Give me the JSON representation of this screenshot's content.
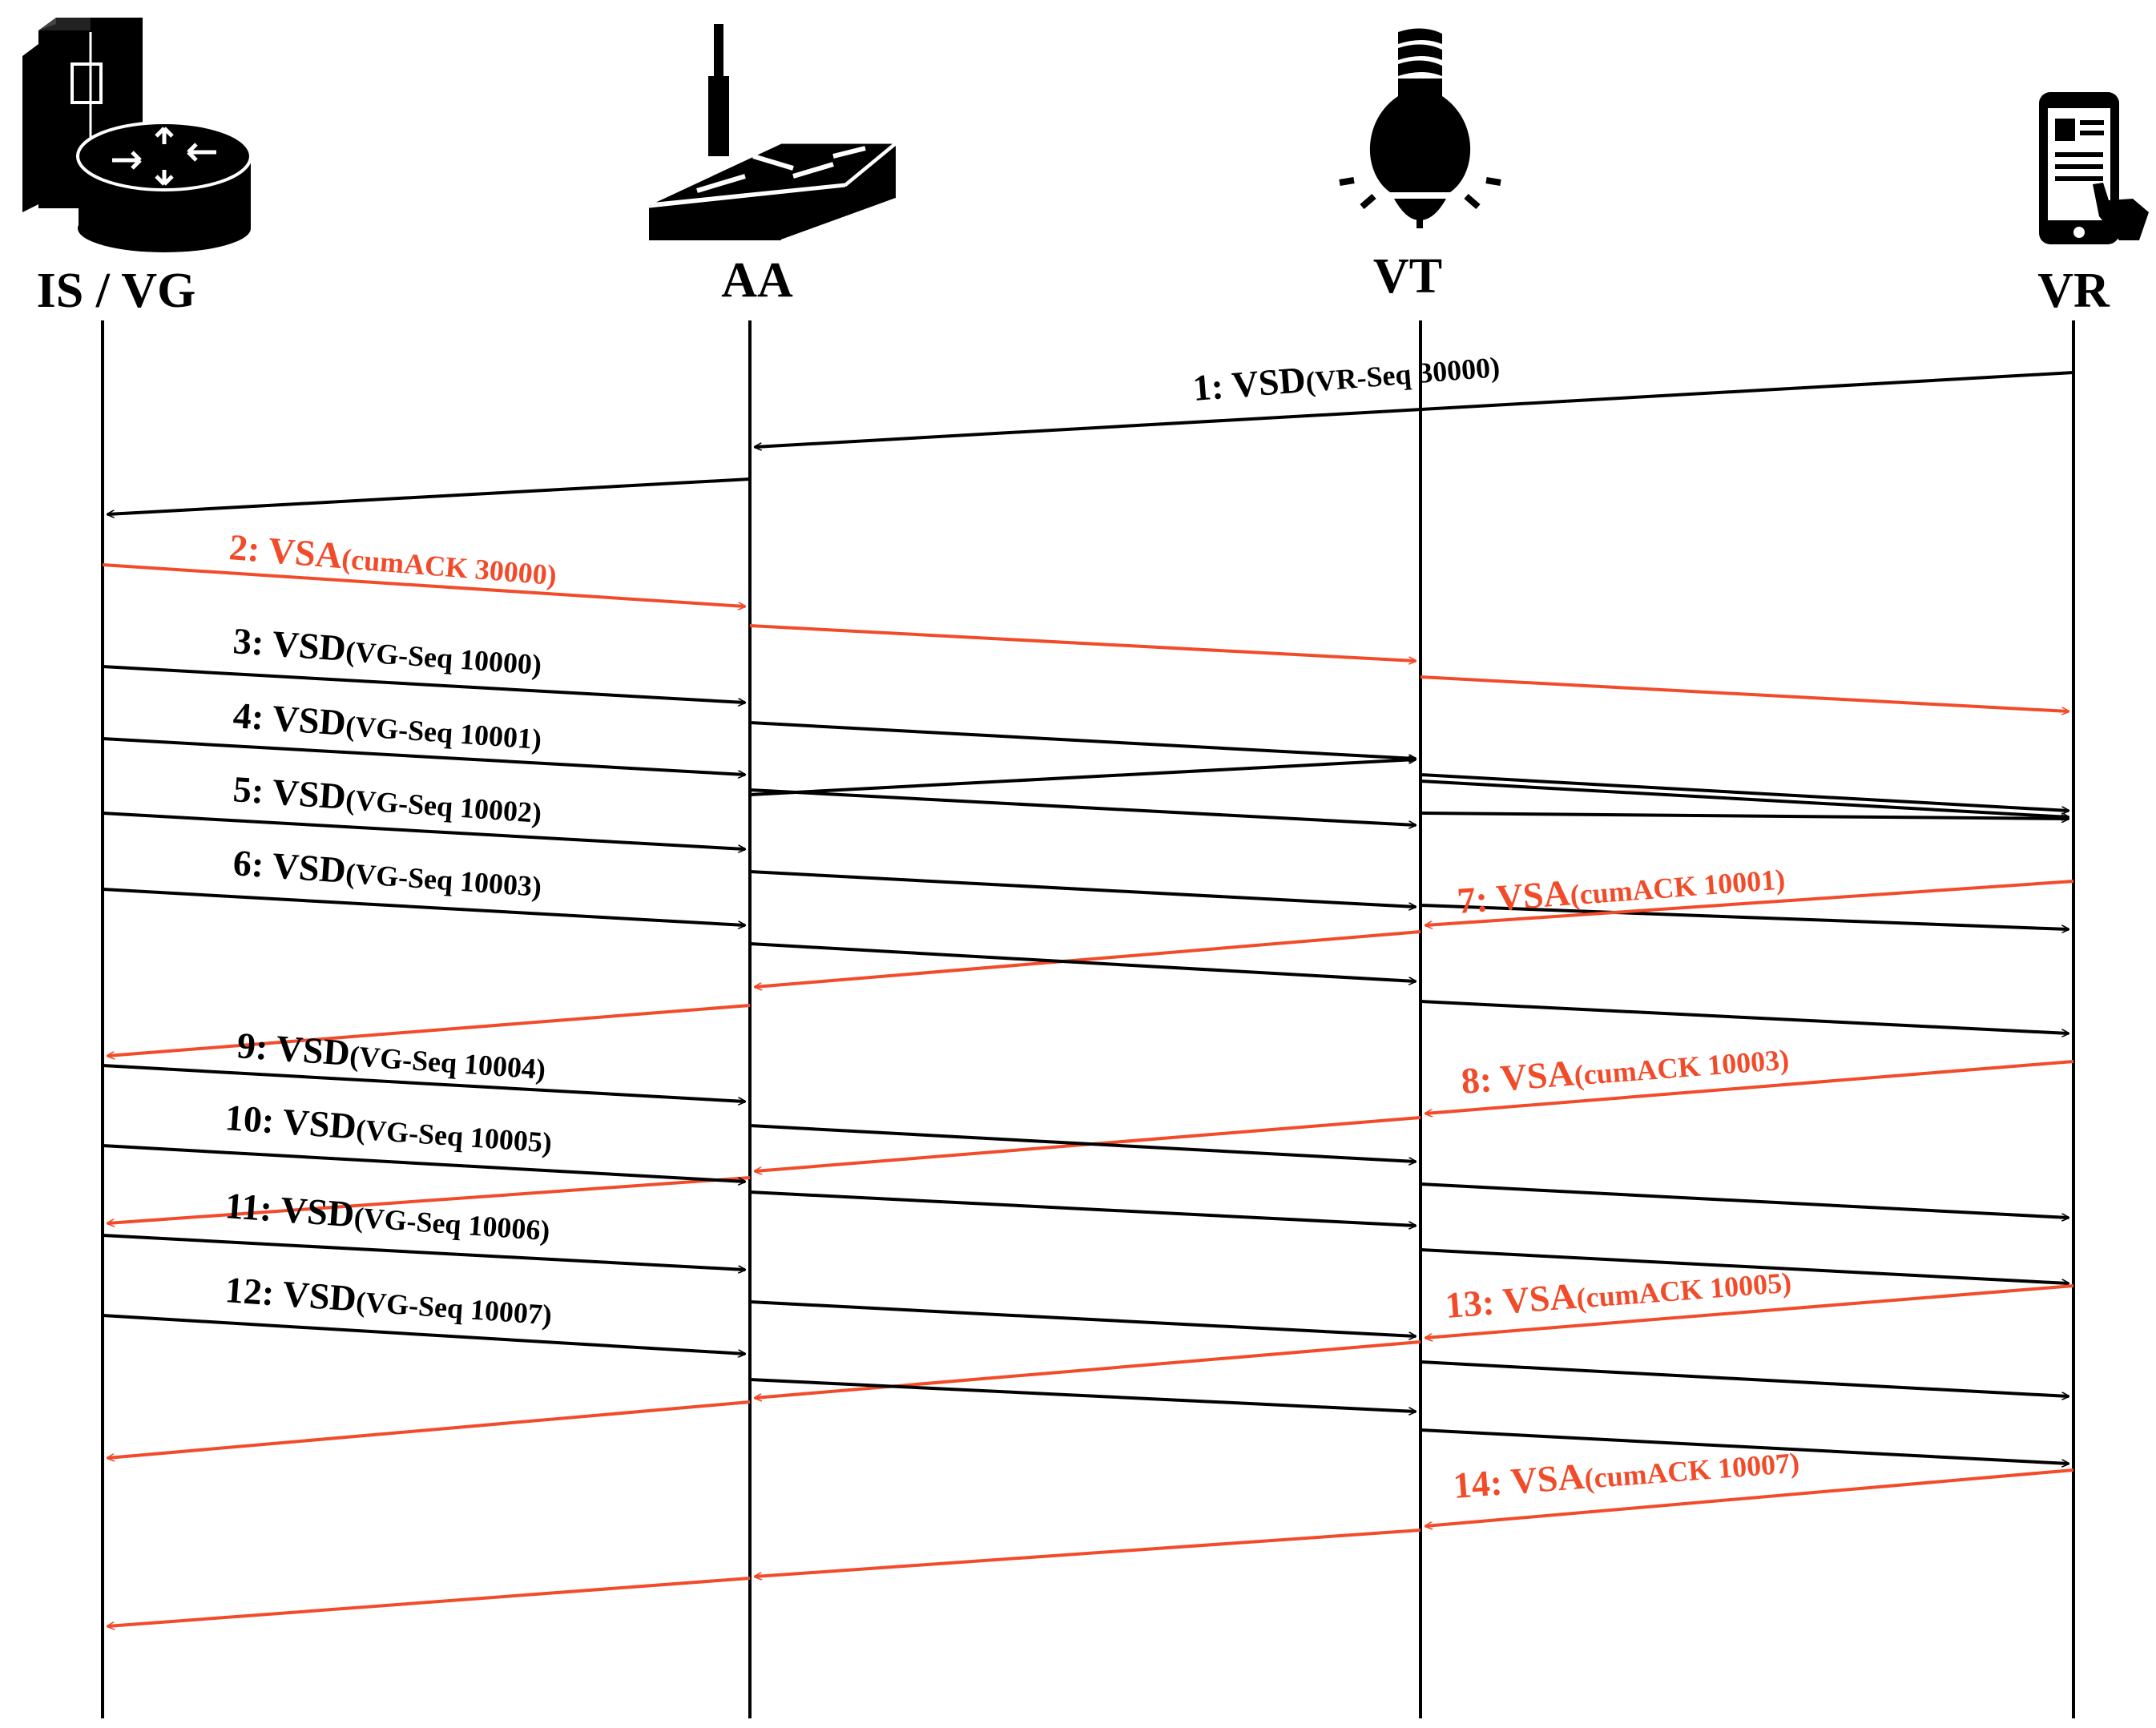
{
  "entities": [
    {
      "id": "isvg",
      "label": "IS / VG",
      "icon": "server-router-icon"
    },
    {
      "id": "aa",
      "label": "AA",
      "icon": "access-point-icon"
    },
    {
      "id": "vt",
      "label": "VT",
      "icon": "light-bulb-icon"
    },
    {
      "id": "vr",
      "label": "VR",
      "icon": "smartphone-icon"
    }
  ],
  "colors": {
    "data": "#000000",
    "ack": "#f24b2a"
  },
  "messages": [
    {
      "num": "1:",
      "name": "VSD",
      "detail": "(VR-Seq 30000)",
      "kind": "data"
    },
    {
      "num": "2:",
      "name": "VSA",
      "detail": "(cumACK 30000)",
      "kind": "ack"
    },
    {
      "num": "3:",
      "name": "VSD",
      "detail": "(VG-Seq 10000)",
      "kind": "data"
    },
    {
      "num": "4:",
      "name": "VSD",
      "detail": "(VG-Seq 10001)",
      "kind": "data"
    },
    {
      "num": "5:",
      "name": "VSD",
      "detail": "(VG-Seq 10002)",
      "kind": "data"
    },
    {
      "num": "6:",
      "name": "VSD",
      "detail": "(VG-Seq 10003)",
      "kind": "data"
    },
    {
      "num": "7:",
      "name": "VSA",
      "detail": "(cumACK 10001)",
      "kind": "ack"
    },
    {
      "num": "9:",
      "name": "VSD",
      "detail": "(VG-Seq 10004)",
      "kind": "data"
    },
    {
      "num": "8:",
      "name": "VSA",
      "detail": "(cumACK 10003)",
      "kind": "ack"
    },
    {
      "num": "10:",
      "name": "VSD",
      "detail": "(VG-Seq 10005)",
      "kind": "data"
    },
    {
      "num": "11:",
      "name": "VSD",
      "detail": "(VG-Seq 10006)",
      "kind": "data"
    },
    {
      "num": "13:",
      "name": "VSA",
      "detail": "(cumACK 10005)",
      "kind": "ack"
    },
    {
      "num": "12:",
      "name": "VSD",
      "detail": "(VG-Seq 10007)",
      "kind": "data"
    },
    {
      "num": "14:",
      "name": "VSA",
      "detail": "(cumACK 10007)",
      "kind": "ack"
    }
  ]
}
